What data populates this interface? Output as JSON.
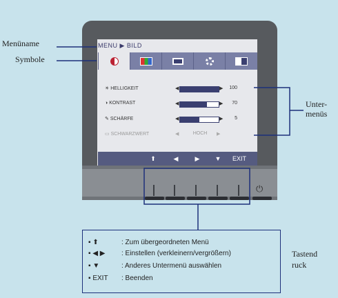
{
  "labels": {
    "menu_name": "Menüname",
    "symbols": "Symbole",
    "submenus": "Unter-\nmenüs",
    "buttons": "Tastend\nruck"
  },
  "osd": {
    "breadcrumb": "MENU ▶ BILD",
    "tabs": [
      "brightness-tab",
      "color-tab",
      "display-tab",
      "setup-tab",
      "pip-tab"
    ],
    "rows": [
      {
        "label": "HELLIGKEIT",
        "value": "100",
        "level": 1.0
      },
      {
        "label": "KONTRAST",
        "value": "70",
        "level": 0.7
      },
      {
        "label": "SCHÄRFE",
        "value": "5",
        "level": 0.5
      },
      {
        "label": "SCHWARZWERT",
        "value": "HOCH",
        "level": null
      }
    ],
    "nav": {
      "exit": "EXIT"
    }
  },
  "legend": {
    "items": [
      {
        "symbol": "▪ ⬆",
        "text": ": Zum übergeordneten Menü"
      },
      {
        "symbol": "▪ ◀ ▶",
        "text": ": Einstellen (verkleinern/vergrößern)"
      },
      {
        "symbol": "▪ ▼",
        "text": ": Anderes Untermenü auswählen"
      },
      {
        "symbol": "▪ EXIT",
        "text": ": Beenden"
      }
    ]
  },
  "colors": {
    "accent": "#1c2f7a",
    "background": "#c8e3ec",
    "tab_bar": "#7a80a6"
  }
}
